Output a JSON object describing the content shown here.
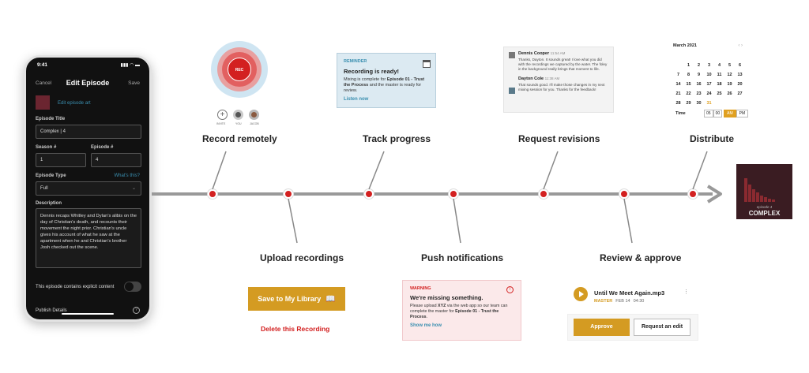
{
  "phone": {
    "time": "9:41",
    "cancel": "Cancel",
    "title": "Edit Episode",
    "save": "Save",
    "edit_art": "Edit episode art",
    "episode_title_label": "Episode Title",
    "episode_title_value": "Complex | 4",
    "season_label": "Season #",
    "season_value": "1",
    "episode_label": "Episode #",
    "episode_value": "4",
    "type_label": "Episode Type",
    "whats_this": "What's this?",
    "type_value": "Full",
    "description_label": "Description",
    "description_text": "Dennis recaps Whitley and Dylan's alibis on the day of Christian's death, and recounts their movement the night prior. Christian's uncle gives his account of what he saw at the apartment when he and Christian's brother Josh checked out the scene.",
    "explicit_label": "This episode contains explicit content",
    "publish_details": "Publish Details"
  },
  "record": {
    "button_text": "REC",
    "avatar_labels": [
      "INVITE",
      "YOU",
      "JACOB"
    ]
  },
  "steps_top": [
    "Record remotely",
    "Track progress",
    "Request revisions",
    "Distribute"
  ],
  "steps_bottom": [
    "Upload recordings",
    "Push notifications",
    "Review & approve"
  ],
  "reminder": {
    "tag": "REMINDER",
    "title": "Recording is ready!",
    "body_prefix": "Mixing is complete for ",
    "body_bold": "Episode 01 - Trust the Process",
    "body_suffix": " and the master is ready for review.",
    "link": "Listen now"
  },
  "chat": {
    "msg1_name": "Dennis Cooper",
    "msg1_time": "11:54 AM",
    "msg1_text": "Thanks, Dayton. It sounds great! I love what you did with the recordings we captured by the water. The foley in the background really brings that moment to life.",
    "msg2_name": "Dayton Cole",
    "msg2_time": "11:38 AM",
    "msg2_text": "That sounds good. I'll make those changes in my next mixing session for you. Thanks for the feedback!"
  },
  "calendar": {
    "month": "March 2021",
    "rows": [
      [
        "",
        "",
        "",
        "",
        "",
        "",
        ""
      ],
      [
        "",
        "1",
        "2",
        "3",
        "4",
        "5",
        "6"
      ],
      [
        "7",
        "8",
        "9",
        "10",
        "11",
        "12",
        "13"
      ],
      [
        "14",
        "15",
        "16",
        "17",
        "18",
        "19",
        "20"
      ],
      [
        "21",
        "22",
        "23",
        "24",
        "25",
        "26",
        "27"
      ],
      [
        "28",
        "29",
        "30",
        "31",
        "",
        "",
        ""
      ]
    ],
    "time_label": "Time",
    "hour": "05",
    "minute": "00",
    "am": "AM",
    "pm": "PM",
    "accent": "#e0a020"
  },
  "album": {
    "title": "COMPLEX",
    "subtitle": "episode 4"
  },
  "library": {
    "button": "Save to My Library",
    "delete": "Delete this Recording"
  },
  "warning": {
    "tag": "WARNING",
    "title": "We're missing something.",
    "body_prefix": "Please upload ",
    "body_bold1": "XYZ",
    "body_mid": " via the web app so our team can complete the master for ",
    "body_bold2": "Episode 01 - Trust the Process",
    "body_suffix": ".",
    "link": "Show me how"
  },
  "review": {
    "filename": "Until We Meet Again.mp3",
    "badge": "MASTER",
    "date": "FEB 14",
    "duration": "04:30",
    "approve": "Approve",
    "request": "Request an edit"
  },
  "colors": {
    "accent_red": "#d32020",
    "gold": "#d49b22",
    "teal": "#3a8fb0"
  }
}
